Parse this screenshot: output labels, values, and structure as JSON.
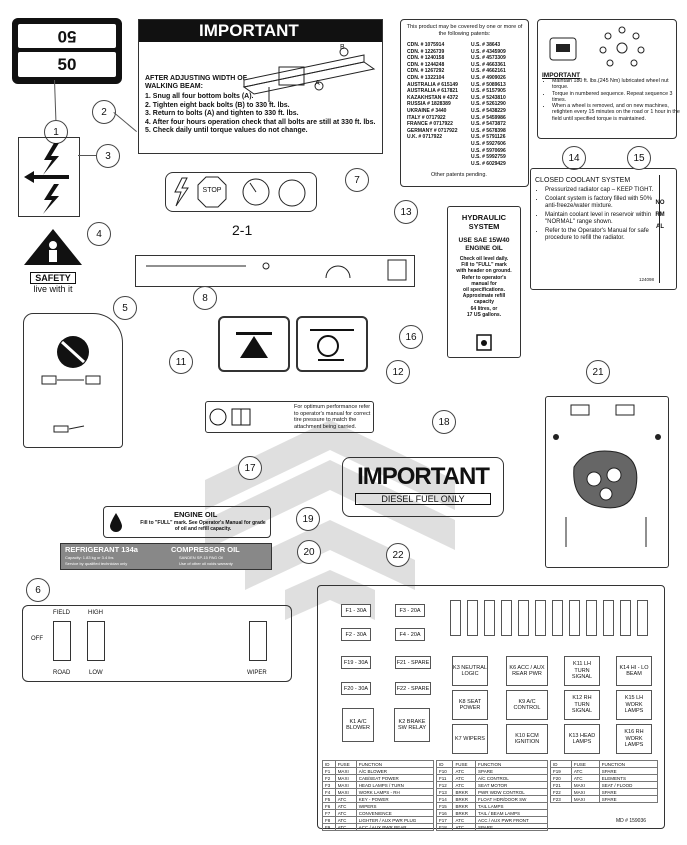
{
  "callouts": [
    "1",
    "2",
    "3",
    "4",
    "5",
    "6",
    "7",
    "8",
    "11",
    "12",
    "13",
    "14",
    "15",
    "16",
    "17",
    "18",
    "19",
    "20",
    "21",
    "22"
  ],
  "label_2_1": "2-1",
  "decal1": {
    "top": "50",
    "bottom": "50"
  },
  "decal2": {
    "title": "IMPORTANT",
    "heading": "AFTER ADJUSTING WIDTH OF WALKING BEAM:",
    "steps": [
      "1.  Snug all four bottom bolts (A).",
      "2.  Tighten eight back bolts (B) to 330 ft. lbs.",
      "3.  Return to bolts (A) and tighten to 330 ft. lbs.",
      "4.  After four hours operation check that all bolts are still at 330 ft. lbs.",
      "5.  Check daily until torque values do not change."
    ],
    "tag_a": "A",
    "tag_b": "B"
  },
  "decal4": {
    "line1": "SAFETY",
    "line2": "live with it"
  },
  "decal5": {
    "field": "FIELD",
    "high": "HIGH",
    "off": "OFF",
    "road": "ROAD",
    "low": "LOW",
    "wiper": "WIPER"
  },
  "decal8": {
    "title": "HYDRAULIC SYSTEM",
    "oil": "USE SAE 15W40 ENGINE OIL",
    "body": [
      "Check oil level daily.",
      "Fill to \"FULL\" mark",
      "with header on ground.",
      "Refer to operator's",
      "manual for",
      "oil specifications.",
      "Approximate refill",
      "capacity",
      "64 litres, or",
      "17 US gallons."
    ]
  },
  "decal13": {
    "intro": "This product may be covered by one or more of the following patents:",
    "left": [
      "CDN. # 1075914",
      "CDN. # 1226739",
      "CDN. # 1240158",
      "CDN. # 1244248",
      "CDN. # 1267292",
      "CDN. # 1322104",
      "AUSTRALIA # 615149",
      "AUSTRALIA # 617821",
      "KAZAKHSTAN # 4372",
      "RUSSIA # 1828389",
      "UKRAINE # 3440",
      "ITALY # 0717922",
      "FRANCE # 0717922",
      "GERMANY # 0717922",
      "U.K. # 0717922"
    ],
    "right": [
      "U.S. # 38643",
      "U.S. # 4345909",
      "U.S. # 4573309",
      "U.S. # 4663361",
      "U.S. # 4662161",
      "U.S. # 4909026",
      "U.S. # 5089613",
      "U.S. # 5157905",
      "U.S. # 5243810",
      "U.S. # 5261290",
      "U.S. # 5438229",
      "U.S. # 5459986",
      "U.S. # 5473872",
      "U.S. # 5678398",
      "U.S. # 5791126",
      "U.S. # 5927606",
      "U.S. # 5970696",
      "U.S. # 5992759",
      "U.S. # 6029429"
    ],
    "footer": "Other patents pending."
  },
  "decal14": {
    "title": "IMPORTANT",
    "bullets": [
      "Maintain 180 ft. lbs.(245 Nm) lubricated wheel nut torque.",
      "Torque in numbered sequence. Repeat sequence 3 times.",
      "When a wheel is removed, and on new machines, retighten every 15 minutes on the road or 1 hour in the field until specified torque is maintained."
    ]
  },
  "decal16": {
    "title": "CLOSED COOLANT SYSTEM",
    "bullets": [
      "Pressurized radiator cap – KEEP TIGHT.",
      "Coolant system is factory filled with 50% anti-freeze/water mixture.",
      "Maintain coolant level in reservoir within \"NORMAL\" range shown.",
      "Refer to the Operator's Manual for safe procedure to refill the radiator."
    ],
    "normal": "NORMAL",
    "code": "124098"
  },
  "decal15": {
    "text": "For optimum performance refer to operator's manual for correct tire pressure to match the attachment being carried."
  },
  "decal21": {
    "title": "IMPORTANT",
    "sub": "DIESEL  FUEL  ONLY"
  },
  "decal20": {
    "title": "ENGINE OIL",
    "body": "Fill to \"FULL\" mark. See Operator's Manual for grade of oil and refill capacity."
  },
  "decal19": {
    "left_title": "REFRIGERANT 134a",
    "left_sub": "Capacity: 1.83 kg or 3.4 lbs",
    "left_sub2": "Service by qualified technician only",
    "right_title": "COMPRESSOR OIL",
    "right_sub": "SANDEN SP-15 PAG Oil",
    "right_sub2": "Use of other oil voids warranty"
  },
  "decal22": {
    "stop": "STOP"
  },
  "decal17": {
    "fuses": [
      {
        "label": "F1 - 30A"
      },
      {
        "label": "F3 - 20A"
      },
      {
        "label": "F2 - 30A"
      },
      {
        "label": "F4 - 20A"
      },
      {
        "label": "F19 - 30A"
      },
      {
        "label": "F21 - SPARE"
      },
      {
        "label": "F20 - 30A"
      },
      {
        "label": "F22 - SPARE"
      }
    ],
    "relays": [
      {
        "label": "K1 A/C BLOWER"
      },
      {
        "label": "K2 BRAKE SW RELAY"
      },
      {
        "label": "K3 NEUTRAL LOGIC"
      },
      {
        "label": "K6 ACC / AUX REAR PWR"
      },
      {
        "label": "K11 LH TURN SIGNAL"
      },
      {
        "label": "K14 HI - LO BEAM"
      },
      {
        "label": "K8 SEAT POWER"
      },
      {
        "label": "K9 A/C CONTROL"
      },
      {
        "label": "K12 RH TURN SIGNAL"
      },
      {
        "label": "K15 LH WORK LAMPS"
      },
      {
        "label": "K7 WIPERS"
      },
      {
        "label": "K10 ECM IGNITION"
      },
      {
        "label": "K13 HEAD LAMPS"
      },
      {
        "label": "K16 RH WORK LAMPS"
      }
    ],
    "table_header": [
      "ID",
      "FUSE",
      "FUNCTION"
    ],
    "table_rows": [
      [
        "F1",
        "MAXI",
        "A/C BLOWER"
      ],
      [
        "F2",
        "MAXI",
        "CAB/SEAT POWER"
      ],
      [
        "F3",
        "MAXI",
        "HEAD LAMPS / TURN"
      ],
      [
        "F4",
        "MAXI",
        "WORK LAMPS - RH"
      ],
      [
        "F5",
        "ATC",
        "KEY - POWER"
      ],
      [
        "F6",
        "ATC",
        "WIPERS"
      ],
      [
        "F7",
        "ATC",
        "CONVENIENCE"
      ],
      [
        "F8",
        "ATC",
        "LIGHTER / AUX PWR PLUG"
      ],
      [
        "F9",
        "ATC",
        "ACC / AUX PWR REAR"
      ]
    ],
    "table_rows2": [
      [
        "F10",
        "ATC",
        "SPARE"
      ],
      [
        "F11",
        "ATC",
        "A/C CONTROL"
      ],
      [
        "F12",
        "ATC",
        "SEAT MOTOR"
      ],
      [
        "F13",
        "BRKR",
        "PWR WDW CONTROL"
      ],
      [
        "F14",
        "BRKR",
        "FLOAT HDR/DOOR SW"
      ],
      [
        "F15",
        "BRKR",
        "TAIL LAMPS"
      ],
      [
        "F16",
        "BRKR",
        "TAIL / BEAM LAMPS"
      ],
      [
        "F17",
        "ATC",
        "ACC / AUX PWR FRONT"
      ],
      [
        "F18",
        "ATC",
        "SPARE"
      ]
    ],
    "table_rows3": [
      [
        "F19",
        "ATC",
        "SPARE"
      ],
      [
        "F20",
        "ATC",
        "ELEMENTS"
      ],
      [
        "F21",
        "MAXI",
        "SEAT / FLOOD"
      ],
      [
        "F22",
        "MAXI",
        "SPARE"
      ],
      [
        "F23",
        "MAXI",
        "SPARE"
      ]
    ],
    "part_no": "MD # 159036"
  }
}
